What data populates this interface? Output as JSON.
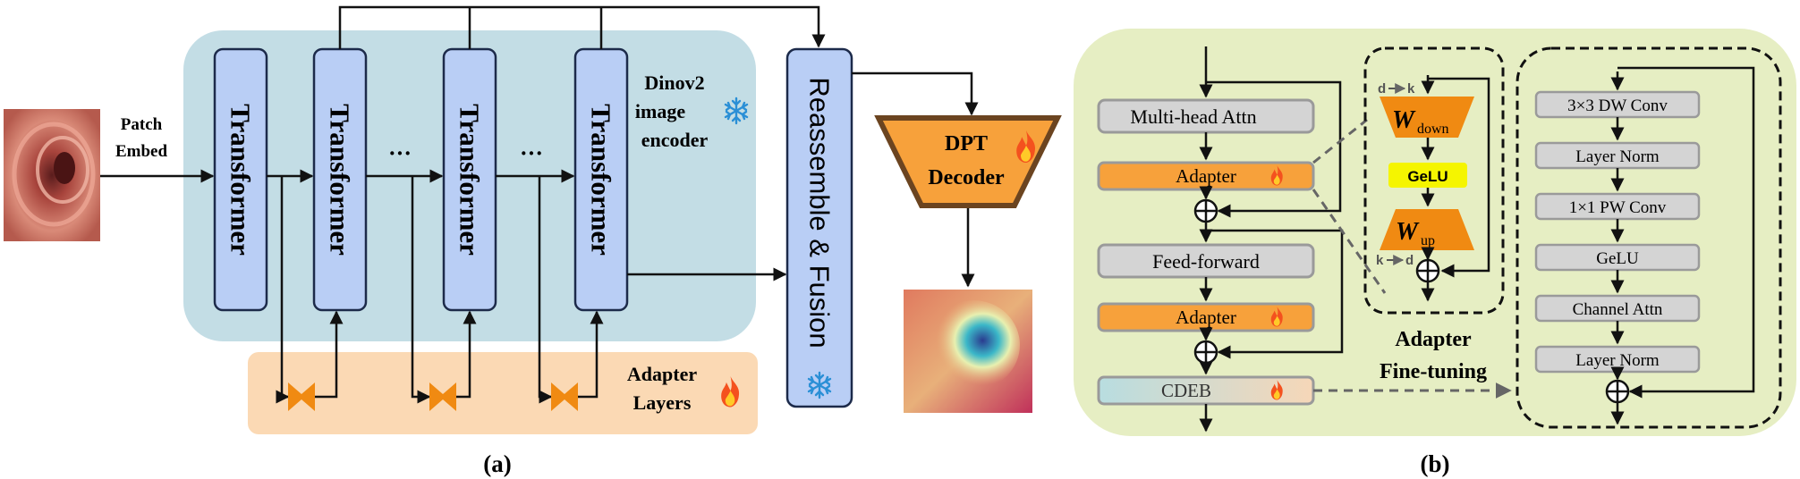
{
  "panel_a": {
    "caption": "(a)",
    "patch_embed": [
      "Patch",
      "Embed"
    ],
    "transformer_label": "Transformer",
    "dots": "···",
    "encoder_label": [
      "Dinov2",
      "image",
      "encoder"
    ],
    "reassemble_label": "Reassemble & Fusion",
    "decoder_label": [
      "DPT",
      "Decoder"
    ],
    "adapter_layers_label": [
      "Adapter",
      "Layers"
    ]
  },
  "panel_b": {
    "caption": "(b)",
    "blocks": {
      "mha": "Multi-head Attn",
      "adapter1": "Adapter",
      "ff": "Feed-forward",
      "adapter2": "Adapter",
      "cdeb": "CDEB"
    },
    "adapter_detail": {
      "d_to_k_left": "d",
      "d_to_k_right": "k",
      "w_down_main": "W",
      "w_down_sub": "down",
      "gelu": "GeLU",
      "w_up_main": "W",
      "w_up_sub": "up",
      "k_to_d_left": "k",
      "k_to_d_right": "d"
    },
    "finetune_label": [
      "Adapter",
      "Fine-tuning"
    ],
    "cdeb_detail": [
      "3×3 DW Conv",
      "Layer Norm",
      "1×1 PW Conv",
      "GeLU",
      "Channel Attn",
      "Layer Norm"
    ]
  },
  "icons": {
    "snowflake": "snowflake-icon",
    "fire": "fire-icon",
    "colors": {
      "snow": "#2a8fd6",
      "fire": "#f4511e"
    }
  }
}
